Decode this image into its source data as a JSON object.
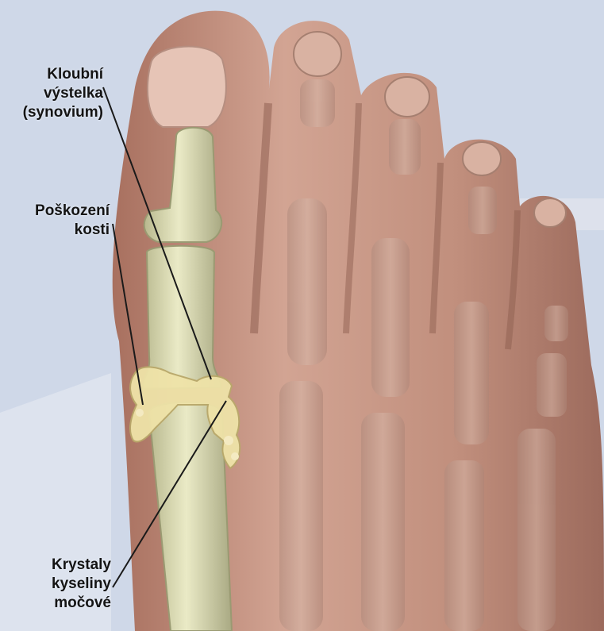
{
  "labels": {
    "synovium": [
      "Kloubní",
      "výstelka",
      "(synovium)"
    ],
    "bone_damage": [
      "Poškození",
      "kosti"
    ],
    "crystals": [
      "Krystaly",
      "kyseliny",
      "močové"
    ]
  },
  "colors": {
    "background": "#cfd8e8",
    "skin": "#c79886",
    "skin_shadow": "#9c6a5c",
    "bone": "#dcdcb4",
    "bone_edge": "#9a9a72",
    "crystal": "#efe3a8",
    "nail": "#e6c4b6",
    "leader_line": "#1a1a1a"
  }
}
